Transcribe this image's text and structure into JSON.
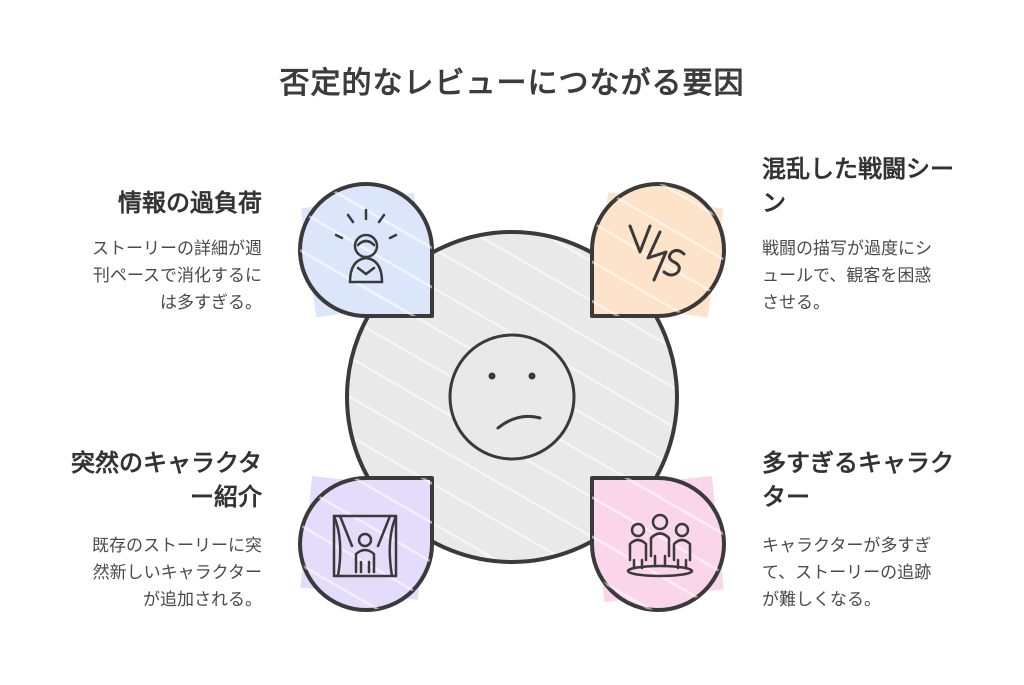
{
  "title": "否定的なレビューにつながる要因",
  "center": {
    "icon": "sad-face-icon"
  },
  "colors": {
    "overload": "#dce6fb",
    "battle": "#fde3c9",
    "characters": "#fbd6ea",
    "sudden": "#e4dcfb",
    "center": "#e9e9e9",
    "outline": "#3a3a3a"
  },
  "items": {
    "overload": {
      "title": "情報の過負荷",
      "desc": [
        "ストーリーの詳細が週",
        "刊ペースで消化するに",
        "は多すぎる。"
      ],
      "icon": "stressed-person-icon"
    },
    "battle": {
      "title": [
        "混乱した戦闘シー",
        "ン"
      ],
      "desc": [
        "戦闘の描写が過度にシ",
        "ュールで、観客を困惑",
        "させる。"
      ],
      "icon": "versus-icon"
    },
    "sudden": {
      "title": [
        "突然のキャラクタ",
        "ー紹介"
      ],
      "desc": [
        "既存のストーリーに突",
        "然新しいキャラクター",
        "が追加される。"
      ],
      "icon": "stage-curtain-person-icon"
    },
    "characters": {
      "title": [
        "多すぎるキャラク",
        "ター"
      ],
      "desc": [
        "キャラクターが多すぎ",
        "て、ストーリーの追跡",
        "が難しくなる。"
      ],
      "icon": "group-of-people-icon"
    }
  }
}
